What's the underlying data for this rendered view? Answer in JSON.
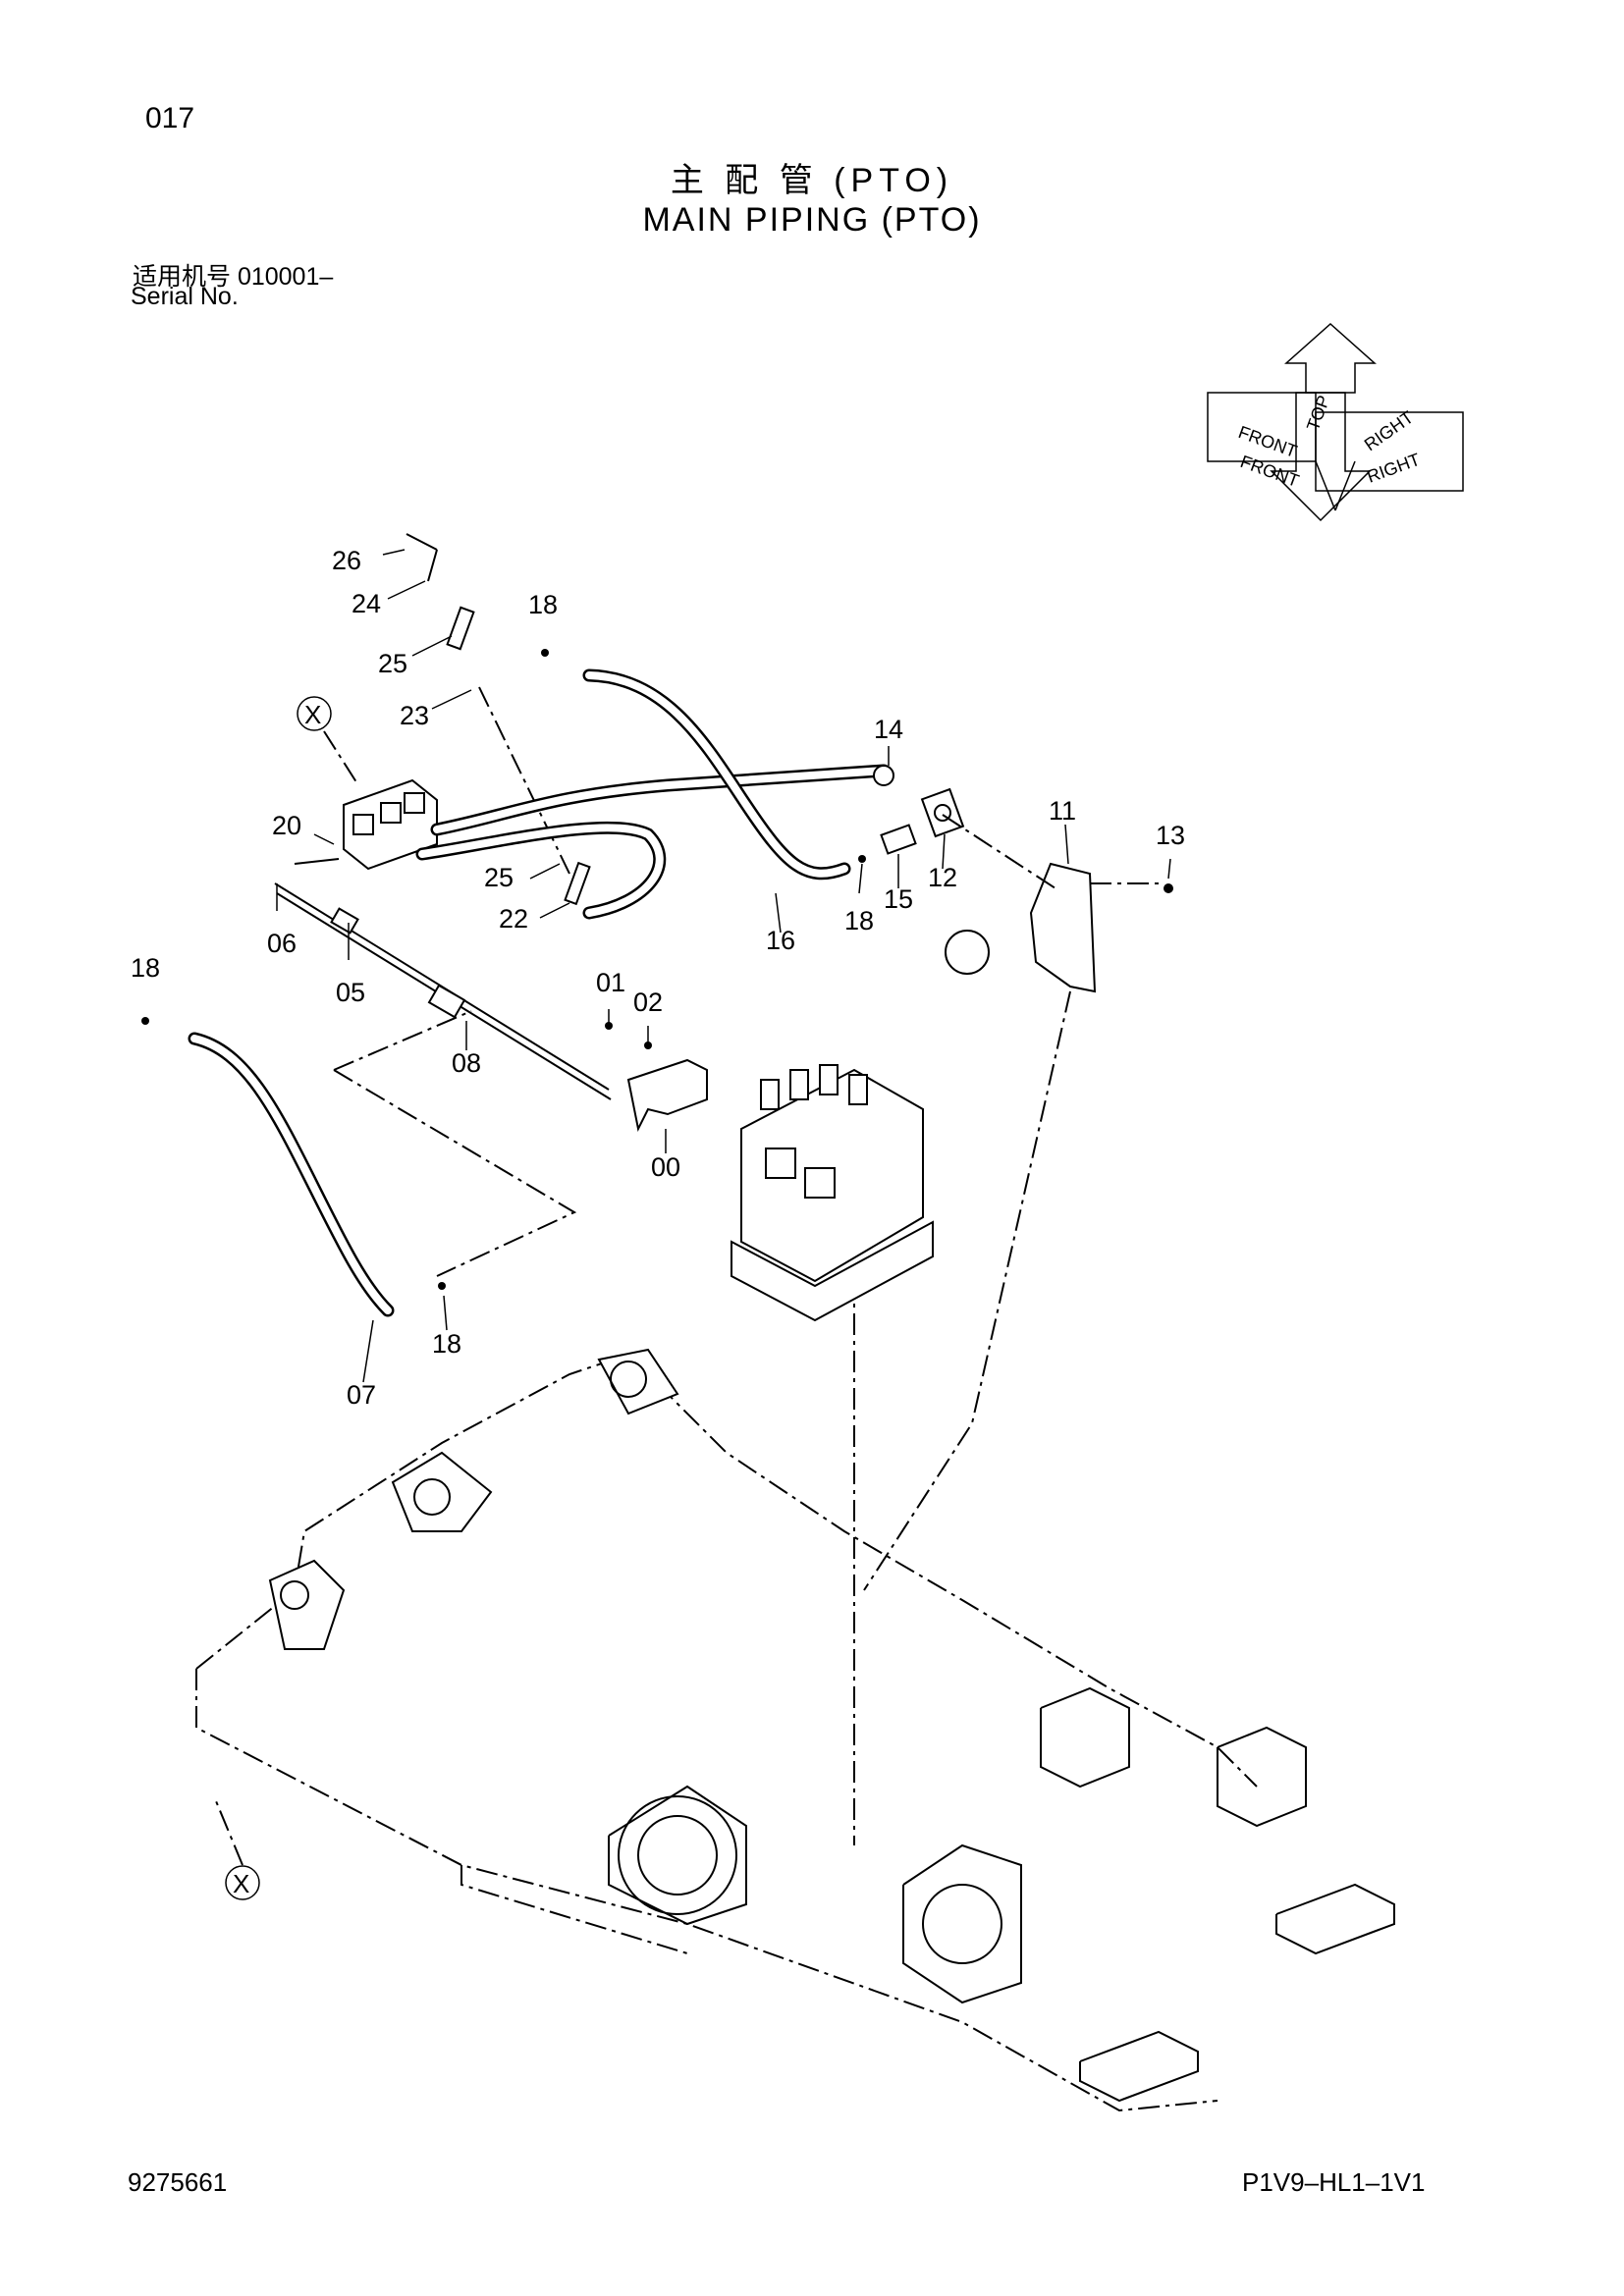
{
  "page": {
    "number": "017",
    "title_cn": "主 配 管 (PTO)",
    "title_en": "MAIN PIPING (PTO)",
    "serial_label_cn": "适用机号 010001–",
    "serial_label_en": "Serial No.",
    "doc_number": "9275661",
    "drawing_code": "P1V9–HL1–1V1"
  },
  "orientation_arrow": {
    "labels": [
      "TOP",
      "FRONT",
      "RIGHT",
      "FRONT",
      "RIGHT"
    ]
  },
  "callouts": {
    "c26": "26",
    "c24": "24",
    "c25a": "25",
    "c23": "23",
    "c18a": "18",
    "c20": "20",
    "c06": "06",
    "c05": "05",
    "c25b": "25",
    "c22": "22",
    "c14": "14",
    "c11": "11",
    "c13": "13",
    "c15": "15",
    "c12": "12",
    "c18b": "18",
    "c16": "16",
    "c18c": "18",
    "c01": "01",
    "c02": "02",
    "c08": "08",
    "c00": "00",
    "c18d": "18",
    "c07": "07"
  },
  "reference_marks": {
    "x_top": "X",
    "x_bottom": "X"
  }
}
